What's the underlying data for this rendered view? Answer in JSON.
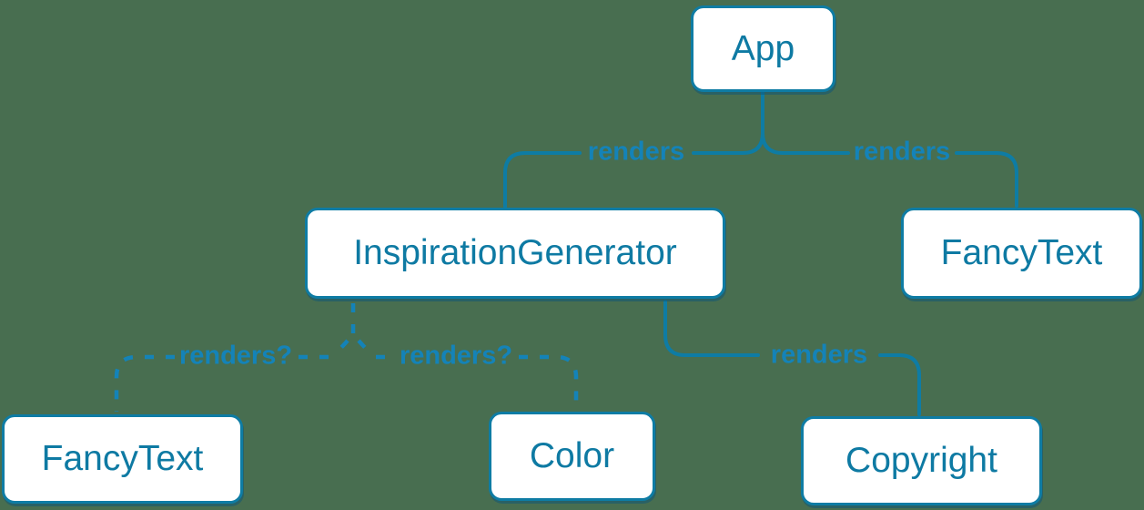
{
  "diagram": {
    "title": "component-render-tree",
    "background_color": "#486E50",
    "accent_solid": "#0E7CA4",
    "accent_light": "#1483B8",
    "node_fill": "#FFFFFF",
    "nodes": [
      {
        "id": "app",
        "label": "App"
      },
      {
        "id": "inspiration-generator",
        "label": "InspirationGenerator"
      },
      {
        "id": "fancy-text-top",
        "label": "FancyText"
      },
      {
        "id": "fancy-text-bottom",
        "label": "FancyText"
      },
      {
        "id": "color",
        "label": "Color"
      },
      {
        "id": "copyright",
        "label": "Copyright"
      }
    ],
    "edges": [
      {
        "from": "App",
        "to": "InspirationGenerator",
        "label": "renders",
        "style": "solid"
      },
      {
        "from": "App",
        "to": "FancyText",
        "label": "renders",
        "style": "solid"
      },
      {
        "from": "InspirationGenerator",
        "to": "Copyright",
        "label": "renders",
        "style": "solid"
      },
      {
        "from": "InspirationGenerator",
        "to": "FancyText",
        "label": "renders?",
        "style": "dashed"
      },
      {
        "from": "InspirationGenerator",
        "to": "Color",
        "label": "renders?",
        "style": "dashed"
      }
    ]
  }
}
